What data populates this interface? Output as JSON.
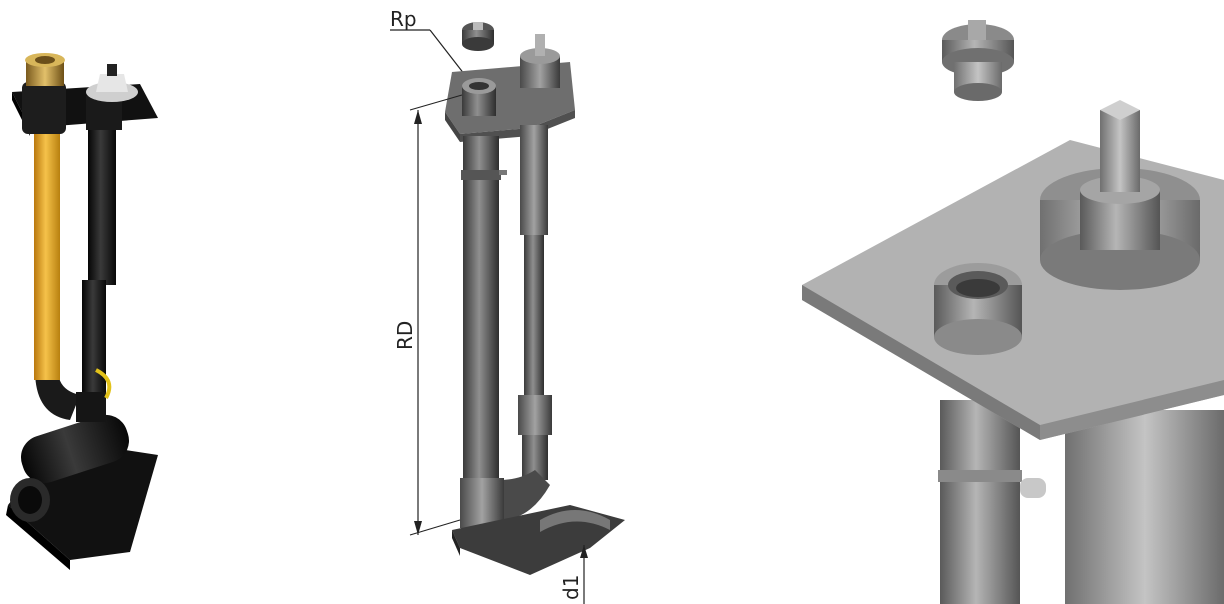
{
  "labels": {
    "rp": "Rp",
    "rd": "RD",
    "d1": "d1"
  },
  "colors": {
    "background": "#ffffff",
    "pipe_black": "#1c1c1c",
    "pipe_yellow": "#e9a92a",
    "brass": "#b8923a",
    "render_gray": "#8a8a8a",
    "line_dark": "#222222"
  }
}
